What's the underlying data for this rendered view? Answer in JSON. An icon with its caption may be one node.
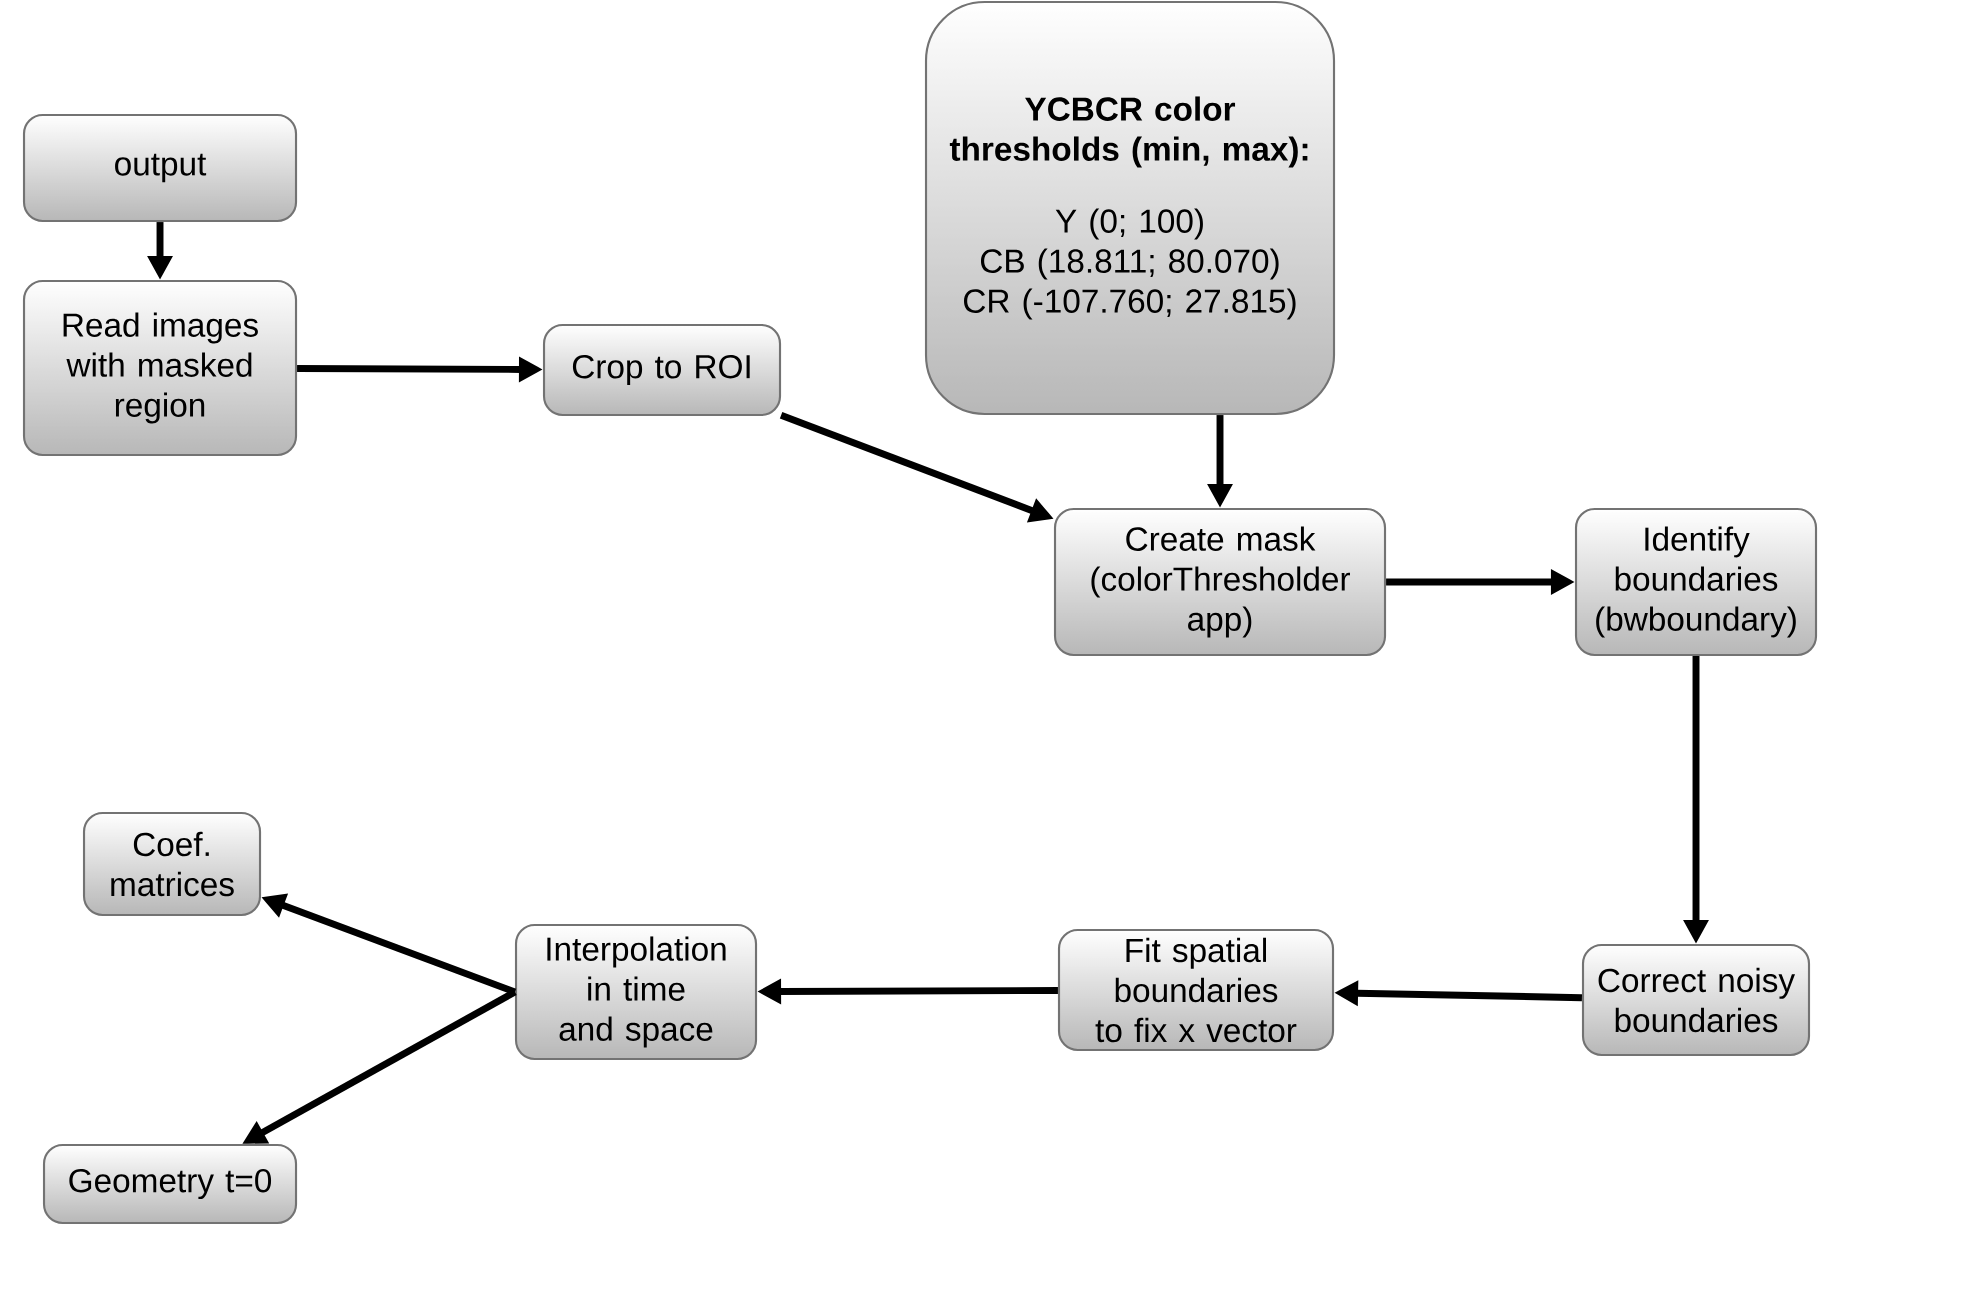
{
  "diagram": {
    "nodes": [
      {
        "text": [
          "output"
        ]
      },
      {
        "text": [
          "Read images with masked region"
        ]
      },
      {
        "text": [
          "Crop to ROI"
        ]
      },
      {
        "text": [
          "YCBCR color thresholds (min, max):",
          "Y (0; 100)",
          "CB (18.811; 80.070)",
          "CR (-107.760; 27.815)"
        ]
      },
      {
        "text": [
          "Create mask (colorThresholder app)"
        ]
      },
      {
        "text": [
          "Identify boundaries (bwboundary)"
        ]
      },
      {
        "text": [
          "Correct noisy boundaries"
        ]
      },
      {
        "text": [
          "Fit spatial boundaries to fix x vector"
        ]
      },
      {
        "text": [
          "Interpolation in time and space"
        ]
      },
      {
        "text": [
          "Coef. matrices"
        ]
      },
      {
        "text": [
          "Geometry t=0"
        ]
      }
    ],
    "edges": [
      {
        "from": 0,
        "to": 1,
        "arrow": "to"
      },
      {
        "from": 1,
        "to": 2,
        "arrow": "to"
      },
      {
        "from": 2,
        "to": 4,
        "arrow": "to"
      },
      {
        "from": 3,
        "to": 4,
        "arrow": "to"
      },
      {
        "from": 4,
        "to": 5,
        "arrow": "to"
      },
      {
        "from": 5,
        "to": 6,
        "arrow": "to"
      },
      {
        "from": 6,
        "to": 7,
        "arrow": "to"
      },
      {
        "from": 7,
        "to": 8,
        "arrow": "to"
      },
      {
        "from": 8,
        "to": 9,
        "arrow": "to"
      },
      {
        "from": 8,
        "to": 10,
        "arrow": "to"
      }
    ]
  }
}
